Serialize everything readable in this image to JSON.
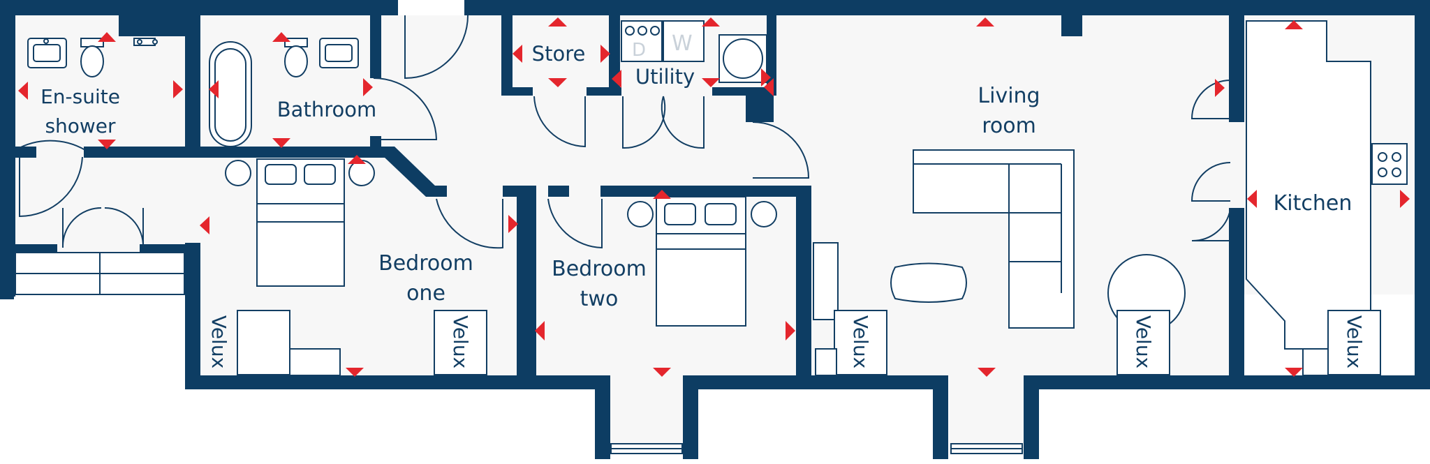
{
  "colors": {
    "wall": "#0d3d63",
    "floor": "#f7f7f7",
    "line": "#123e63",
    "marker": "#e4262d"
  },
  "rooms": {
    "ensuite_line1": "En-suite",
    "ensuite_line2": "shower",
    "bathroom": "Bathroom",
    "store": "Store",
    "utility": "Utility",
    "living_line1": "Living",
    "living_line2": "room",
    "kitchen": "Kitchen",
    "bedroom_one_line1": "Bedroom",
    "bedroom_one_line2": "one",
    "bedroom_two_line1": "Bedroom",
    "bedroom_two_line2": "two"
  },
  "window_label": "Velux",
  "appliance_labels": {
    "dishwasher": "D",
    "washer": "W"
  }
}
